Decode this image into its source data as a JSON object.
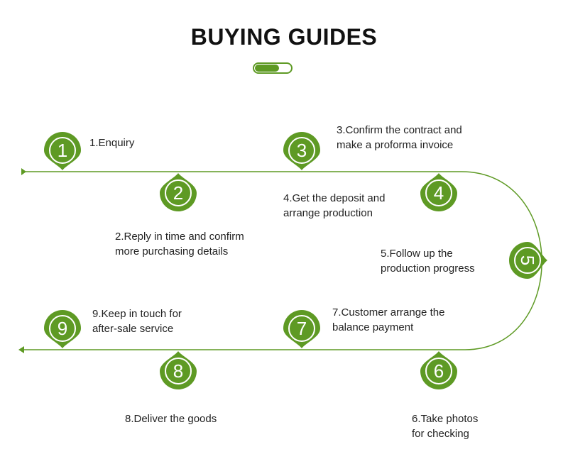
{
  "title": "BUYING GUIDES",
  "colors": {
    "accent": "#5e9a24",
    "text": "#222222"
  },
  "steps": [
    {
      "number": "1",
      "line1": "1.Enquiry",
      "line2": ""
    },
    {
      "number": "2",
      "line1": "2.Reply in time and confirm",
      "line2": "more purchasing details"
    },
    {
      "number": "3",
      "line1": "3.Confirm the contract and",
      "line2": "make a proforma invoice"
    },
    {
      "number": "4",
      "line1": "4.Get the deposit and",
      "line2": "arrange production"
    },
    {
      "number": "5",
      "line1": "5.Follow up the",
      "line2": "production progress"
    },
    {
      "number": "6",
      "line1": "6.Take photos",
      "line2": "for checking"
    },
    {
      "number": "7",
      "line1": "7.Customer arrange the",
      "line2": "balance payment"
    },
    {
      "number": "8",
      "line1": "8.Deliver the goods",
      "line2": ""
    },
    {
      "number": "9",
      "line1": "9.Keep in touch for",
      "line2": "after-sale service"
    }
  ]
}
